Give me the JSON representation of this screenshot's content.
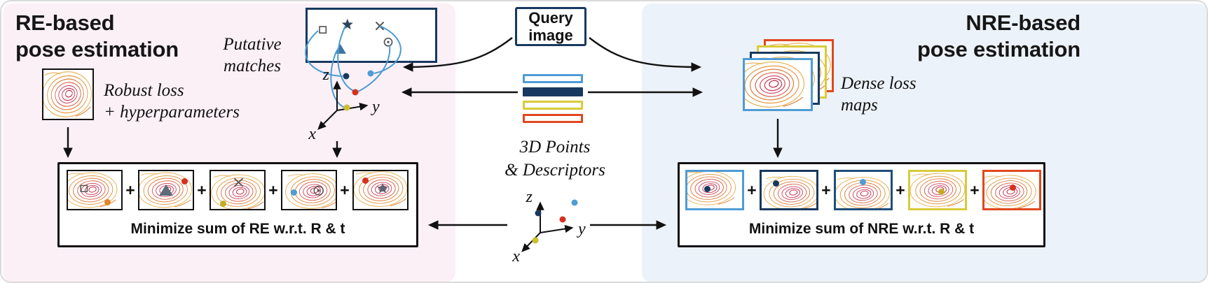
{
  "plus_sign": "+",
  "left": {
    "title_line1": "RE-based",
    "title_line2": "pose estimation",
    "putative_line1": "Putative",
    "putative_line2": "matches",
    "robust_line1": "Robust loss",
    "robust_line2": "+ hyperparameters",
    "sum_caption": "Minimize sum of RE w.r.t. R & t"
  },
  "center": {
    "query_line1": "Query",
    "query_line2": "image",
    "points_line1": "3D Points",
    "points_line2": "& Descriptors",
    "axis": {
      "x": "x",
      "y": "y",
      "z": "z"
    }
  },
  "right": {
    "title_line1": "NRE-based",
    "title_line2": "pose estimation",
    "dense_line1": "Dense loss",
    "dense_line2": "maps",
    "sum_caption": "Minimize sum of NRE w.r.t. R & t"
  },
  "colors": {
    "light_blue": "#4f9bd5",
    "navy": "#17395f",
    "mid_blue": "#1f4e79",
    "yellow": "#d8cb3a",
    "orange_red": "#e0481f",
    "red_dot": "#d7301f",
    "orange_dot": "#e0862c",
    "olive_dot": "#c4ab25",
    "re_panel_bg": "#fcf0f7",
    "nre_panel_bg": "#ecf2f9"
  }
}
